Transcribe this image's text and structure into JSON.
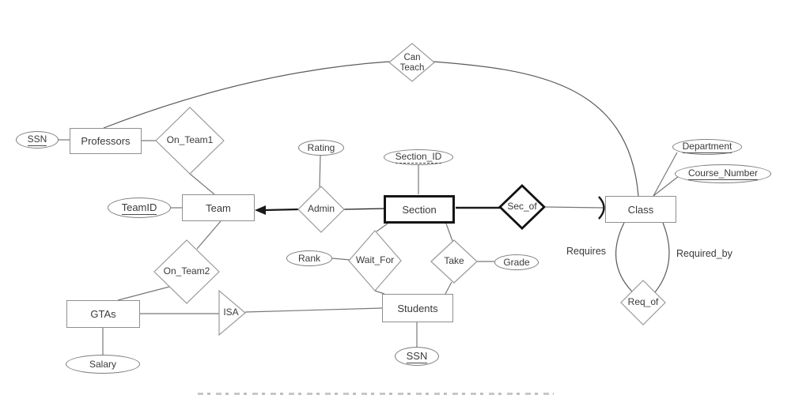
{
  "diagram": {
    "entities": {
      "professors": "Professors",
      "team": "Team",
      "section": "Section",
      "students": "Students",
      "gtas": "GTAs",
      "class": "Class"
    },
    "relationships": {
      "can_teach": "Can Teach",
      "on_team1": "On_Team1",
      "on_team2": "On_Team2",
      "admin": "Admin",
      "sec_of": "Sec_of",
      "wait_for": "Wait_For",
      "take": "Take",
      "req_of": "Req_of",
      "isa": "ISA"
    },
    "attributes": {
      "professor_ssn": "SSN",
      "team_id": "TeamID",
      "rating": "Rating",
      "section_id": "Section_ID",
      "rank": "Rank",
      "grade": "Grade",
      "department": "Department",
      "course_number": "Course_Number",
      "salary": "Salary",
      "student_ssn": "SSN"
    },
    "edge_labels": {
      "requires": "Requires",
      "required_by": "Required_by"
    },
    "colors": {
      "line_gray": "#777777",
      "line_bold": "#1a1a1a",
      "shape_border": "#8f8f8f",
      "text": "#3a3a3a"
    }
  }
}
